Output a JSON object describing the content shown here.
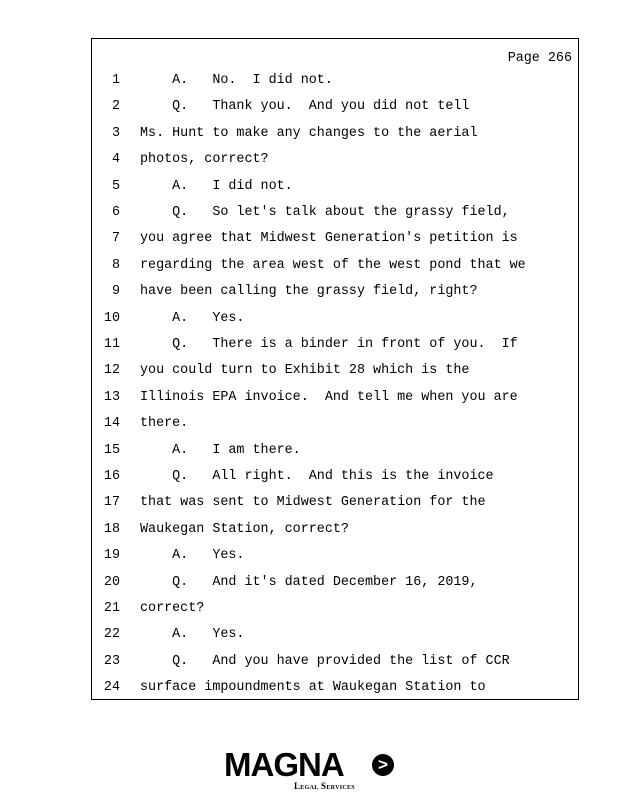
{
  "page_label": "Page 266",
  "lines": [
    {
      "n": "1",
      "t": "    A.   No.  I did not."
    },
    {
      "n": "2",
      "t": "    Q.   Thank you.  And you did not tell"
    },
    {
      "n": "3",
      "t": "Ms. Hunt to make any changes to the aerial"
    },
    {
      "n": "4",
      "t": "photos, correct?"
    },
    {
      "n": "5",
      "t": "    A.   I did not."
    },
    {
      "n": "6",
      "t": "    Q.   So let's talk about the grassy field,"
    },
    {
      "n": "7",
      "t": "you agree that Midwest Generation's petition is"
    },
    {
      "n": "8",
      "t": "regarding the area west of the west pond that we"
    },
    {
      "n": "9",
      "t": "have been calling the grassy field, right?"
    },
    {
      "n": "10",
      "t": "    A.   Yes."
    },
    {
      "n": "11",
      "t": "    Q.   There is a binder in front of you.  If"
    },
    {
      "n": "12",
      "t": "you could turn to Exhibit 28 which is the"
    },
    {
      "n": "13",
      "t": "Illinois EPA invoice.  And tell me when you are"
    },
    {
      "n": "14",
      "t": "there."
    },
    {
      "n": "15",
      "t": "    A.   I am there."
    },
    {
      "n": "16",
      "t": "    Q.   All right.  And this is the invoice"
    },
    {
      "n": "17",
      "t": "that was sent to Midwest Generation for the"
    },
    {
      "n": "18",
      "t": "Waukegan Station, correct?"
    },
    {
      "n": "19",
      "t": "    A.   Yes."
    },
    {
      "n": "20",
      "t": "    Q.   And it's dated December 16, 2019,"
    },
    {
      "n": "21",
      "t": "correct?"
    },
    {
      "n": "22",
      "t": "    A.   Yes."
    },
    {
      "n": "23",
      "t": "    Q.   And you have provided the list of CCR"
    },
    {
      "n": "24",
      "t": "surface impoundments at Waukegan Station to"
    }
  ],
  "logo": {
    "name": "MAGNA",
    "arrow": ">",
    "tagline": "Legal Services"
  }
}
